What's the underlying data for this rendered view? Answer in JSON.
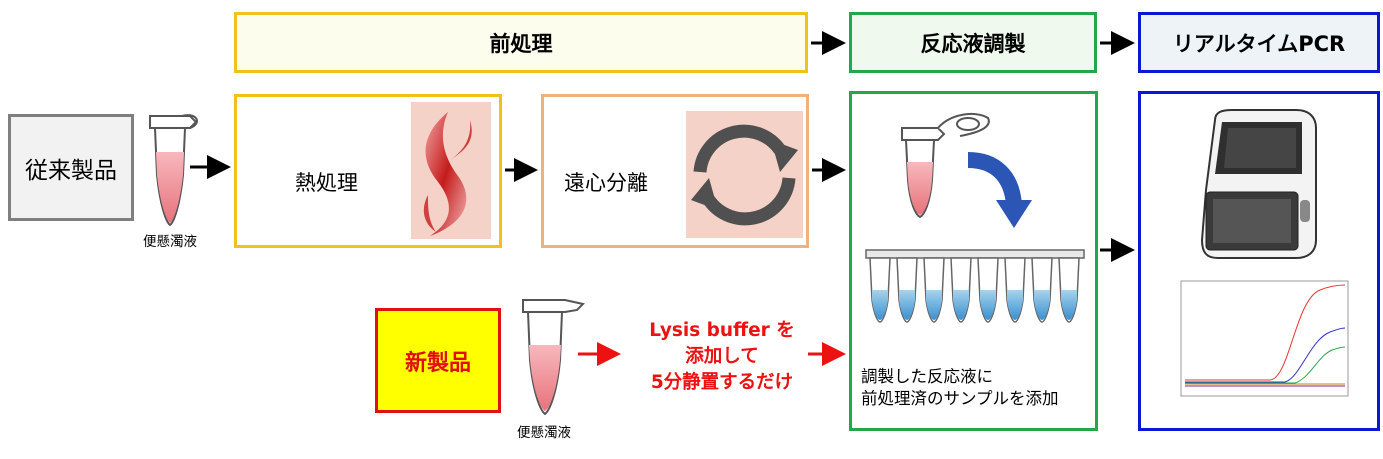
{
  "headers": {
    "pretreatment": "前処理",
    "reaction_prep": "反応液調製",
    "realtime_pcr": "リアルタイムPCR"
  },
  "conventional": {
    "label": "従来製品",
    "sample_label": "便懸濁液",
    "step1_label": "熱処理",
    "step2_label": "遠心分離"
  },
  "new_product": {
    "label": "新製品",
    "sample_label": "便懸濁液",
    "instruction_lines": [
      "Lysis buffer を",
      "添加して",
      "5分静置するだけ"
    ]
  },
  "reaction": {
    "caption_lines": [
      "調製した反応液に",
      "前処理済のサンプルを添加"
    ]
  },
  "colors": {
    "header_yellow": "#f2c11a",
    "header_green": "#22a84a",
    "header_blue": "#0a18d6",
    "heat_border": "#f2c11a",
    "centrifuge_border": "#f0b27a",
    "new_product_fill": "#ffff00",
    "new_product_border": "#e01010",
    "accent_red": "#ee1111"
  },
  "icons": {
    "heat": "flame-icon",
    "centrifuge": "circular-arrows-icon",
    "tube": "microtube-icon",
    "strip": "pcr-tube-strip-icon",
    "instrument": "pcr-instrument-icon",
    "curve": "amplification-curve-icon"
  }
}
